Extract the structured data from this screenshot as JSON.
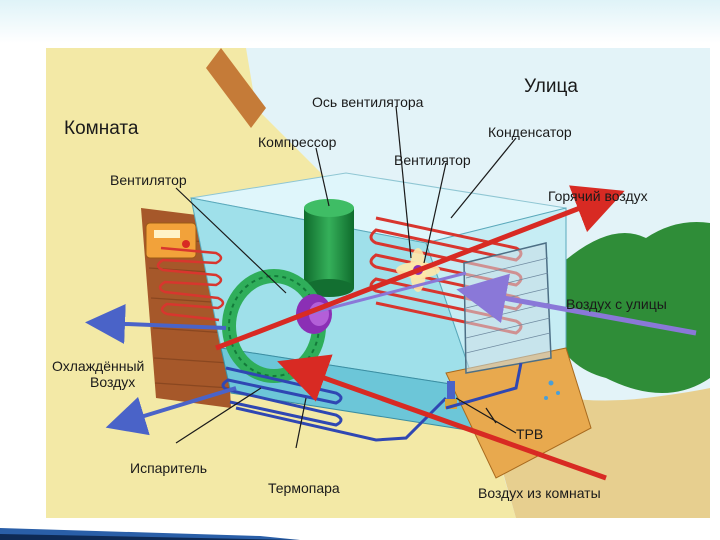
{
  "diagram": {
    "labels": {
      "room": "Комната",
      "street": "Улица",
      "fan_axis": "Ось вентилятора",
      "compressor": "Компрессор",
      "condenser": "Конденсатор",
      "fan_left": "Вентилятор",
      "fan_right": "Вентилятор",
      "hot_air": "Горячий воздух",
      "outside_air": "Воздух с улицы",
      "cooled_air_line1": "Охлаждённый",
      "cooled_air_line2": "Воздух",
      "trv": "ТРВ",
      "evaporator": "Испаритель",
      "thermocouple": "Термопара",
      "room_air": "Воздух из комнаты"
    },
    "colors": {
      "room_wall": "#f3e9a6",
      "outside_sky": "#e3f3f8",
      "outside_land": "#2f8d38",
      "brick": "#b86b2f",
      "unit_blue": "#7cd6e4",
      "hot_arrow": "#d82a23",
      "cold_arrow": "#4a63c8",
      "compressor": "#1f8f3e",
      "fan_green": "#2fae5a",
      "motor_purple": "#8b2fb5"
    }
  }
}
